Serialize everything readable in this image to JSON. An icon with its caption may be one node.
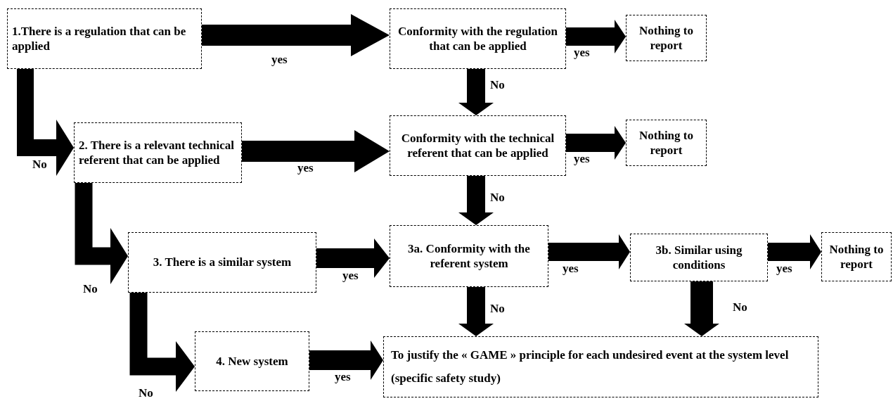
{
  "diagram": {
    "nodes": [
      {
        "text": [
          "1.There is a regulation that can be applied"
        ]
      },
      {
        "text": [
          "Conformity with the regulation that can be applied"
        ]
      },
      {
        "text": [
          "Nothing to report"
        ]
      },
      {
        "text": [
          "2. There is a relevant technical referent that can be applied"
        ]
      },
      {
        "text": [
          "Conformity with the technical referent that can be applied"
        ]
      },
      {
        "text": [
          "Nothing to report"
        ]
      },
      {
        "text": [
          "3. There is a similar system"
        ]
      },
      {
        "text": [
          "3a. Conformity with the referent system"
        ]
      },
      {
        "text": [
          "3b. Similar using conditions"
        ]
      },
      {
        "text": [
          "Nothing to report"
        ]
      },
      {
        "text": [
          "4. New system"
        ]
      },
      {
        "text": [
          "To justify the « GAME » principle for each undesired event at the system level (specific safety study)"
        ]
      }
    ],
    "edges": [
      {
        "from": 0,
        "to": 1,
        "arrow": "to",
        "label": "yes"
      },
      {
        "from": 1,
        "to": 2,
        "arrow": "to",
        "label": "yes"
      },
      {
        "from": 1,
        "to": 4,
        "arrow": "to",
        "label": "No"
      },
      {
        "from": 0,
        "to": 3,
        "arrow": "to",
        "label": "No"
      },
      {
        "from": 3,
        "to": 4,
        "arrow": "to",
        "label": "yes"
      },
      {
        "from": 4,
        "to": 5,
        "arrow": "to",
        "label": "yes"
      },
      {
        "from": 4,
        "to": 7,
        "arrow": "to",
        "label": "No"
      },
      {
        "from": 3,
        "to": 6,
        "arrow": "to",
        "label": "No"
      },
      {
        "from": 6,
        "to": 7,
        "arrow": "to",
        "label": "yes"
      },
      {
        "from": 7,
        "to": 8,
        "arrow": "to",
        "label": "yes"
      },
      {
        "from": 8,
        "to": 9,
        "arrow": "to",
        "label": "yes"
      },
      {
        "from": 7,
        "to": 11,
        "arrow": "to",
        "label": "No"
      },
      {
        "from": 8,
        "to": 11,
        "arrow": "to",
        "label": "No"
      },
      {
        "from": 6,
        "to": 10,
        "arrow": "to",
        "label": "No"
      },
      {
        "from": 10,
        "to": 11,
        "arrow": "to",
        "label": "yes"
      }
    ]
  }
}
